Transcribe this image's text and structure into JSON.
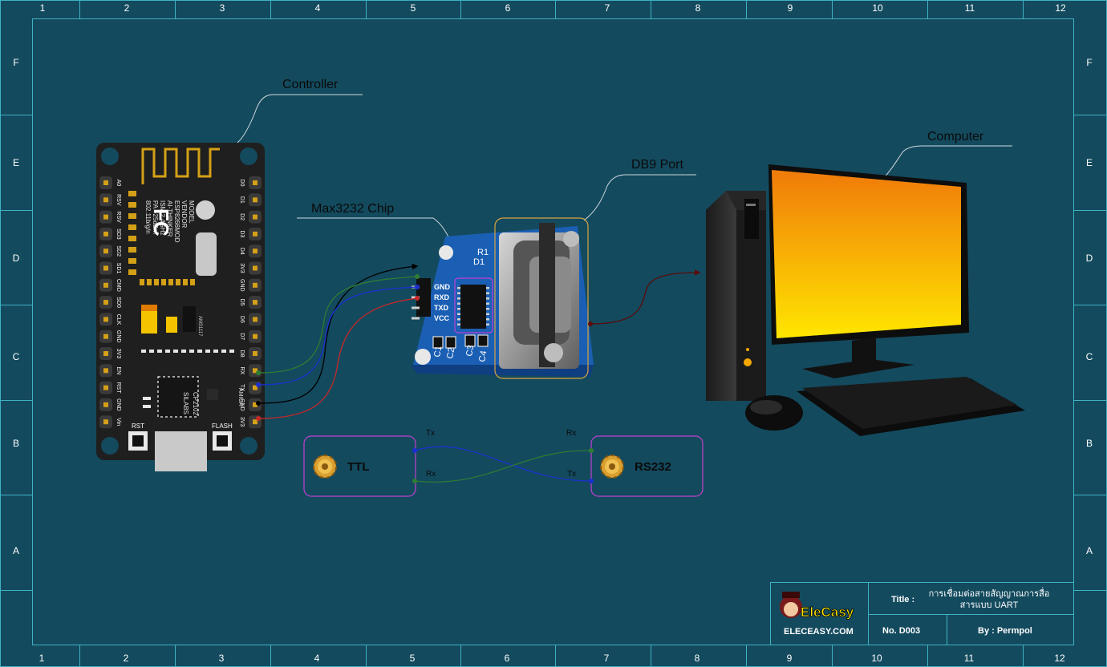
{
  "frame": {
    "columns": [
      "1",
      "2",
      "3",
      "4",
      "5",
      "6",
      "7",
      "8",
      "9",
      "10",
      "11",
      "12"
    ],
    "rows": [
      "F",
      "E",
      "D",
      "C",
      "B",
      "A"
    ]
  },
  "callouts": {
    "controller": "Controller",
    "computer": "Computer",
    "db9": "DB9 Port",
    "max3232": "Max3232 Chip"
  },
  "board": {
    "left_pins": [
      "A0",
      "RSV",
      "RSV",
      "SD3",
      "SD2",
      "SD1",
      "CMD",
      "SD0",
      "CLK",
      "GND",
      "3V3",
      "EN",
      "RST",
      "GND",
      "Vin"
    ],
    "right_pins": [
      "D0",
      "D1",
      "D2",
      "D3",
      "D4",
      "3V3",
      "GND",
      "D5",
      "D6",
      "D7",
      "D8",
      "RX",
      "TX",
      "GND",
      "3V3"
    ],
    "module_text": [
      "MODEL",
      "VENDOR",
      "ESP8266MOD",
      "AI-THINKER",
      "ISM 2.4GHz",
      "PA +25dBm",
      "802.11b/g/n"
    ],
    "fc_mark": "FC",
    "wifi_mark": "Wi Fi",
    "regulator": "AMS1117",
    "usb_chip": [
      "SILABS",
      "CP2102"
    ],
    "brand": "AMICA",
    "rst_label": "RST",
    "flash_label": "FLASH"
  },
  "max_board": {
    "pins": [
      "GND",
      "RXD",
      "TXD",
      "VCC"
    ],
    "caps": [
      "C1",
      "C2",
      "C3",
      "C4"
    ],
    "marks": [
      "R1",
      "D1"
    ]
  },
  "uart": {
    "ttl_label": "TTL",
    "rs232_label": "RS232",
    "ttl_tx": "Tx",
    "ttl_rx": "Rx",
    "rs_rx": "Rx",
    "rs_tx": "Tx"
  },
  "title_block": {
    "logo_text": "EleCasy",
    "site": "ELECEASY.COM",
    "title_label": "Title :",
    "title_line1": "การเชื่อมต่อสายสัญญาณการสื่อ",
    "title_line2": "สารแบบ UART",
    "number": "No. D003",
    "author": "By : Permpol"
  },
  "colors": {
    "background": "#134a5e",
    "frame_line": "#3fb2c4",
    "wire_black": "#000000",
    "wire_green": "#2e7d32",
    "wire_blue": "#1a2fd0",
    "wire_red": "#c62828",
    "box_outline": "#c040d0",
    "db9_outline": "#d9a441",
    "pcb": "#1f1f1f",
    "max_pcb": "#1a5fb4"
  }
}
